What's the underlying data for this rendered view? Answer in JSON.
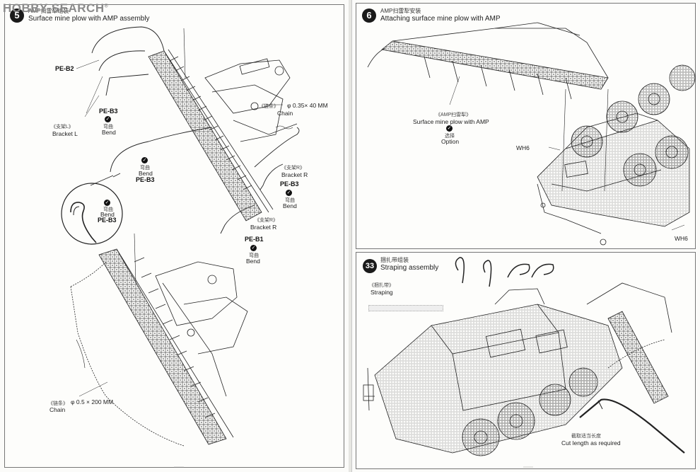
{
  "watermark": {
    "text": "HOBBY SEARCH",
    "reg": "®"
  },
  "step5": {
    "number": "5",
    "title_cn": "AMP扫雷犁组装",
    "title_en": "Surface mine plow with AMP assembly",
    "labels": {
      "pe_b2": "PE-B2",
      "pe_b3_1": "PE-B3",
      "pe_b3_2": "PE-B3",
      "pe_b3_3": "PE-B3",
      "pe_b3_4": "PE-B3",
      "pe_b1": "PE-B1",
      "bend_cn": "弯曲",
      "bend_en": "Bend",
      "bracket_l_cn": "《支架L》",
      "bracket_l_en": "Bracket L",
      "bracket_r_cn": "《支架R》",
      "bracket_r_en": "Bracket R",
      "chain_cn": "《链条》",
      "chain_top_size": "φ 0.35× 40 MM",
      "chain_en": "Chain",
      "chain_bottom_size": "φ 0.5 × 200 MM",
      "check_mark": "✓"
    }
  },
  "step6": {
    "number": "6",
    "title_cn": "AMP扫雷犁安装",
    "title_en": "Attaching surface mine plow with AMP",
    "labels": {
      "amp_cn": "《AMP扫雷犁》",
      "amp_en": "Surface mine plow with AMP",
      "option_cn": "选择",
      "option_en": "Option",
      "wh6_1": "WH6",
      "wh6_2": "WH6"
    }
  },
  "step33": {
    "number": "33",
    "title_cn": "捆扎带组装",
    "title_en": "Straping assembly",
    "labels": {
      "straping_cn": "《捆扎带》",
      "straping_en": "Straping",
      "cut_cn": "截取适当长度",
      "cut_en": "Cut length as required"
    }
  }
}
